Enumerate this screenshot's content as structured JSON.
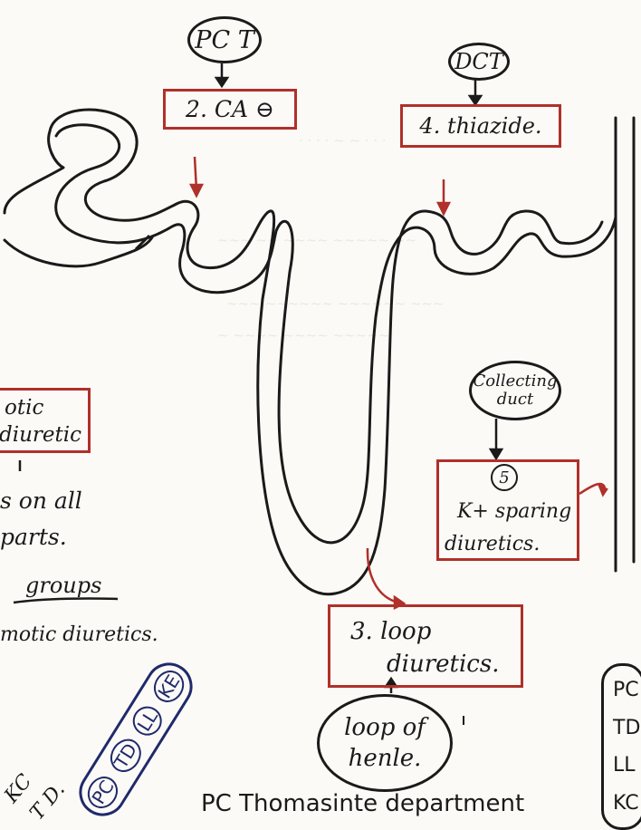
{
  "nodes": {
    "pct": "PC T",
    "dct": "DCT",
    "ca_box": "2. CA ⊖",
    "thiazide_box": "4. thiazide.",
    "collecting_duct": "Collecting duct",
    "kplus_num": "5",
    "kplus_box_line1": "K+ sparing",
    "kplus_box_line2": "diuretics.",
    "loop_box_line1": "3. loop",
    "loop_box_line2": "diuretics.",
    "loop_of_henle_line1": "loop of",
    "loop_of_henle_line2": "henle.",
    "osmotic_line1": "otic",
    "osmotic_line2": "diuretic",
    "acts_line1": "s on all",
    "acts_line2": "parts.",
    "groups": "groups",
    "osmotic_diuretics": "motic diuretics.",
    "mnemonic_circle": [
      "PC",
      "TD",
      "LL",
      "KE"
    ],
    "left_letters": [
      "KC",
      "T D."
    ],
    "right_column": [
      "PC",
      "TD.",
      "LL",
      "KC"
    ],
    "footer": "PC Thomasinte department"
  },
  "colors": {
    "ink": "#1a1a1a",
    "red": "#b0302a"
  }
}
